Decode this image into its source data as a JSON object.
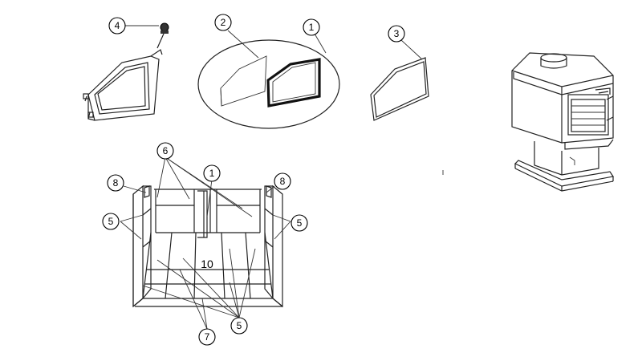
{
  "callouts": {
    "door_handle": "4",
    "glass_panel": "2",
    "door_gasket": "1",
    "glass_gasket": "3",
    "baffle": "6",
    "center_brick": "1",
    "side_left": "8",
    "side_right": "8",
    "side_brick_left": "5",
    "side_brick_right": "5",
    "floor_bricks": "5",
    "rear_bricks": "7"
  },
  "labels": {
    "firebox_floor_center": "10"
  },
  "colors": {
    "line": "#222222",
    "background": "#ffffff"
  }
}
